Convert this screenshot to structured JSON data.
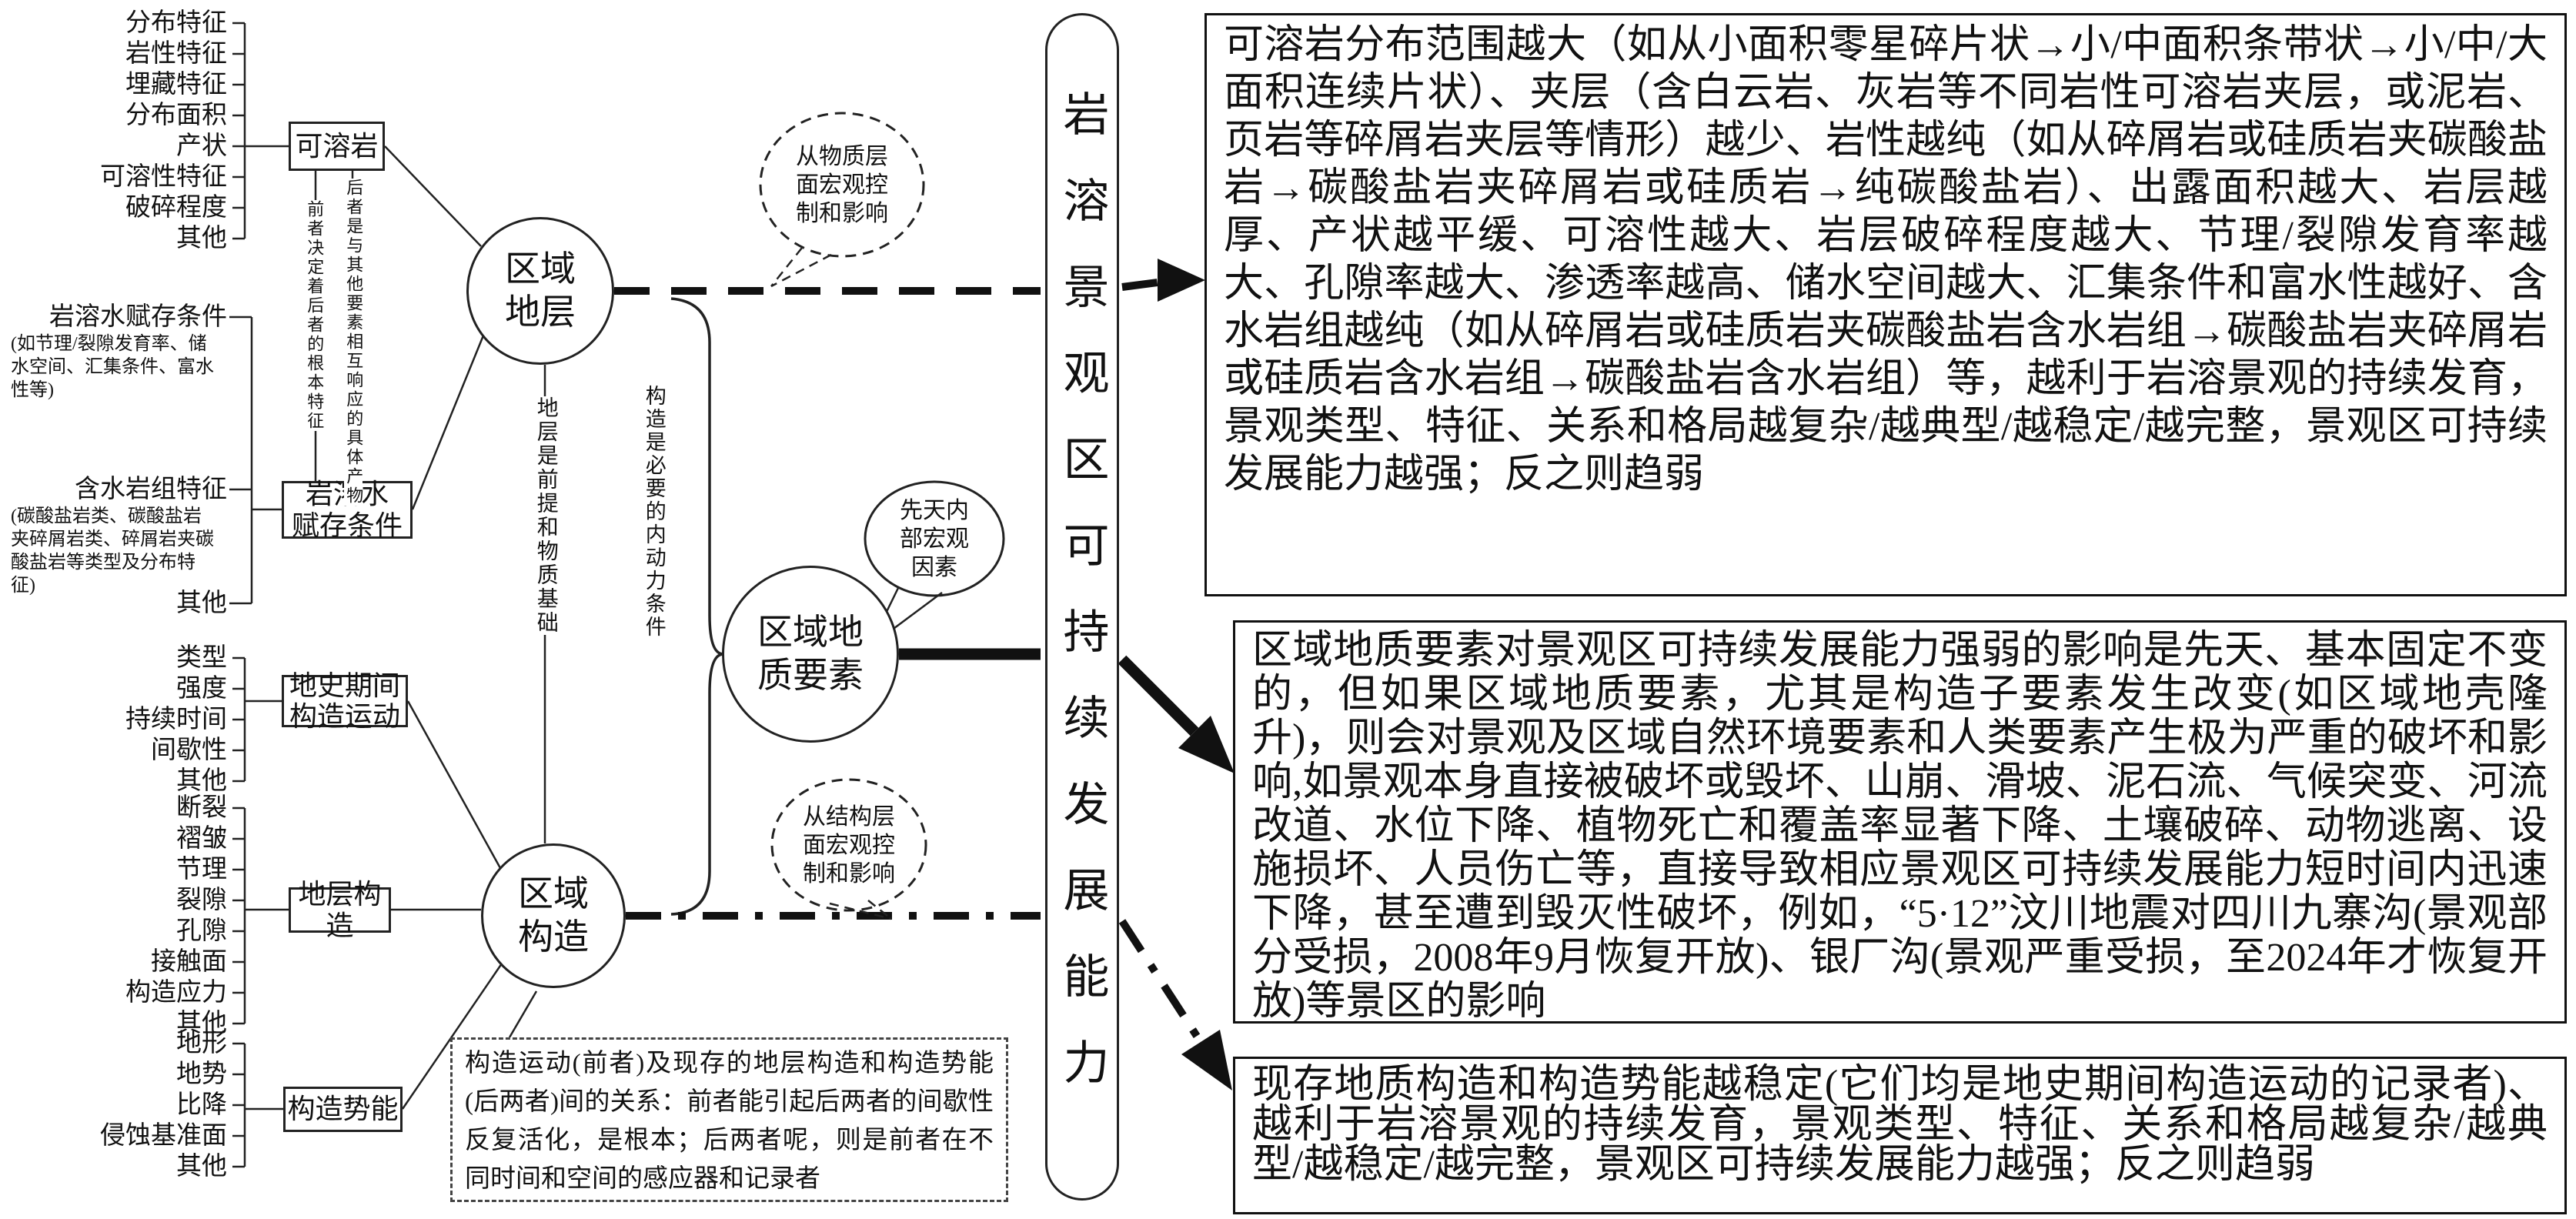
{
  "colors": {
    "ink": "#111111",
    "line": "#222222",
    "bg": "#ffffff"
  },
  "left_panel": {
    "soluble_rock": {
      "items": [
        "分布特征",
        "岩性特征",
        "埋藏特征",
        "分布面积",
        "产状",
        "可溶性特征",
        "破碎程度",
        "其他"
      ],
      "box_label": "可溶岩"
    },
    "karst_water": {
      "item1_label": "岩溶水赋存条件",
      "item1_note": "(如节理/裂隙发育率、储水空间、汇集条件、富水性等)",
      "item2_label": "含水岩组特征",
      "item2_note": "(碳酸盐岩类、碳酸盐岩夹碎屑岩类、碎屑岩夹碳酸盐岩等类型及分布特征)",
      "item3_label": "其他",
      "box_line1": "岩溶水",
      "box_line2": "赋存条件"
    },
    "tectonic_movement": {
      "items": [
        "类型",
        "强度",
        "持续时间",
        "间歇性",
        "其他"
      ],
      "box_line1": "地史期间",
      "box_line2": "构造运动"
    },
    "strata_structure": {
      "items": [
        "断裂",
        "褶皱",
        "节理",
        "裂隙",
        "孔隙",
        "接触面",
        "构造应力",
        "其他"
      ],
      "box_label": "地层构造"
    },
    "tectonic_potential": {
      "items": [
        "地形",
        "地势",
        "比降",
        "侵蚀基准面",
        "其他"
      ],
      "box_label": "构造势能"
    }
  },
  "annotations": {
    "former_determines_latter": "前者决定着后者的根本特征",
    "latter_is_product": "后者是与其他要素相互响应的具体产物",
    "strata_is_basis": "地层是前提和物质基础",
    "structure_is_condition": "构造是必要的内动力条件",
    "relationship_note": "构造运动(前者)及现存的地层构造和构造势能(后两者)间的关系：前者能引起后两者的间歇性反复活化，是根本；后两者呢，则是前者在不同时间和空间的感应器和记录者"
  },
  "nodes": {
    "regional_strata": "区域地层",
    "regional_structure": "区域构造",
    "regional_geology": "区域地质要素"
  },
  "bubbles": {
    "material_control": "从物质层面宏观控制和影响",
    "innate_factor": "先天内部宏观因素",
    "structural_control": "从结构层面宏观控制和影响"
  },
  "center": {
    "capsule_text": "岩溶景观区可持续发展能力"
  },
  "outcomes": {
    "material_effect": "可溶岩分布范围越大（如从小面积零星碎片状→小/中面积条带状→小/中/大面积连续片状）、夹层（含白云岩、灰岩等不同岩性可溶岩夹层，或泥岩、页岩等碎屑岩夹层等情形）越少、岩性越纯（如从碎屑岩或硅质岩夹碳酸盐岩→碳酸盐岩夹碎屑岩或硅质岩→纯碳酸盐岩）、出露面积越大、岩层越厚、产状越平缓、可溶性越大、岩层破碎程度越大、节理/裂隙发育率越大、孔隙率越大、渗透率越高、储水空间越大、汇集条件和富水性越好、含水岩组越纯（如从碎屑岩或硅质岩夹碳酸盐岩含水岩组→碳酸盐岩夹碎屑岩或硅质岩含水岩组→碳酸盐岩含水岩组）等，越利于岩溶景观的持续发育，景观类型、特征、关系和格局越复杂/越典型/越稳定/越完整，景观区可持续发展能力越强；反之则趋弱",
    "innate_effect": "区域地质要素对景观区可持续发展能力强弱的影响是先天、基本固定不变的，但如果区域地质要素，尤其是构造子要素发生改变(如区域地壳隆升)，则会对景观及区域自然环境要素和人类要素产生极为严重的破坏和影响,如景观本身直接被破坏或毁坏、山崩、滑坡、泥石流、气候突变、河流改道、水位下降、植物死亡和覆盖率显著下降、土壤破碎、动物逃离、设施损坏、人员伤亡等，直接导致相应景观区可持续发展能力短时间内迅速下降，甚至遭到毁灭性破坏，例如，“5·12”汶川地震对四川九寨沟(景观部分受损，2008年9月恢复开放)、银厂沟(景观严重受损，至2024年才恢复开放)等景区的影响",
    "structural_effect": "现存地质构造和构造势能越稳定(它们均是地史期间构造运动的记录者)、越利于岩溶景观的持续发育，景观类型、特征、关系和格局越复杂/越典型/越稳定/越完整，景观区可持续发展能力越强；反之则趋弱"
  }
}
